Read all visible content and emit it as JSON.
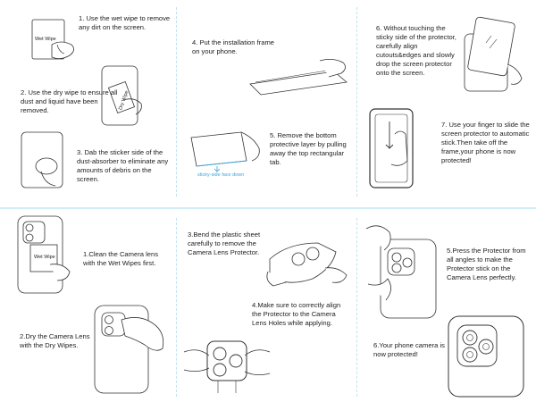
{
  "screen_steps": {
    "s1": "1.  Use the wet wipe to remove any dirt on the screen.",
    "s1_wipe_label": "Wet Wipe",
    "s2": "2.  Use the dry wipe to ensure all dust and liquid have been removed.",
    "s2_wipe_label": "Dry Wipe",
    "s3": "3.  Dab the sticker side of the dust-absorber to eliminate any amounts of debris on the screen.",
    "s4": "4.  Put the installation frame on your phone.",
    "s5": "5.  Remove the bottom protective layer by pulling away the top rectangular tab.",
    "s5_note": "sticky-side face down",
    "s6": "6.  Without touching the sticky side of the protector, carefully align cutouts&edges and slowly drop the screen protector onto the screen.",
    "s7": "7.  Use your finger to slide the screen protector to automatic stick.Then take off the frame,your phone is now protected!"
  },
  "lens_steps": {
    "l1": "1.Clean the Camera lens with the Wet Wipes first.",
    "l1_wipe_label": "Wet Wipe",
    "l2": "2.Dry the Camera Lens with the Dry Wipes.",
    "l3": "3.Bend the plastic sheet carefully to remove the Camera Lens Protector.",
    "l4": "4.Make sure to correctly align the Protector to the Camera Lens Holes while applying.",
    "l5": "5.Press the Protector from all angles to make the Protector stick on the Camera Lens perfectly.",
    "l6": "6.Your phone camera is now protected!"
  },
  "colors": {
    "divider": "#cfeef6",
    "accent_blue": "#3aa6dc",
    "line": "#333333"
  }
}
